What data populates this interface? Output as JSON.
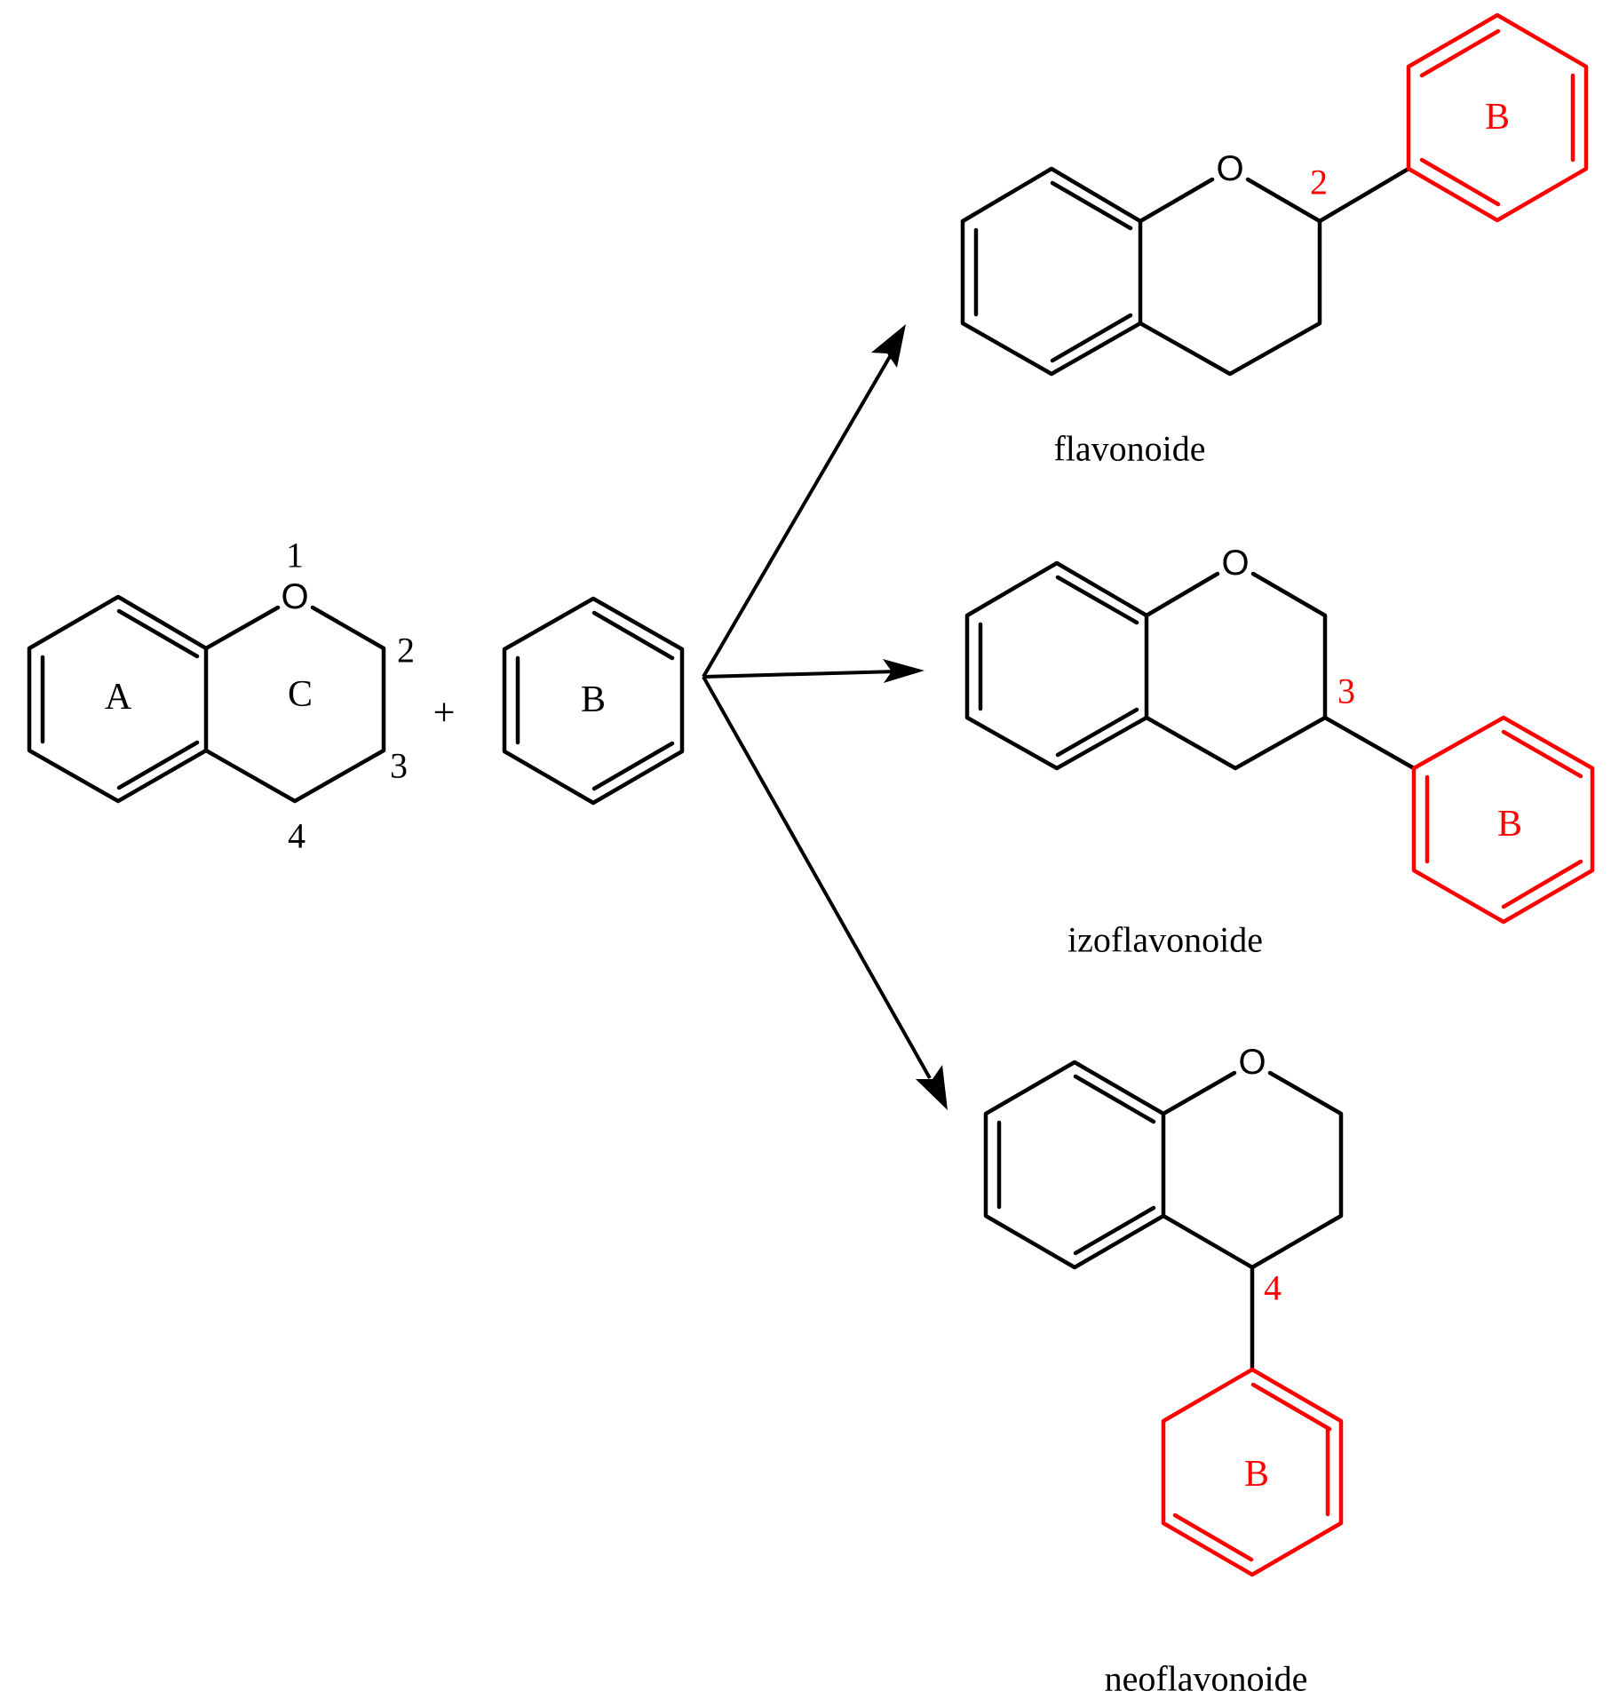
{
  "colors": {
    "bond": "#000000",
    "highlight": "#ff0000"
  },
  "reactant": {
    "oxygen": "O",
    "ring_a": "A",
    "ring_c": "C",
    "positions": [
      "1",
      "2",
      "3",
      "4"
    ]
  },
  "plus": "+",
  "ring_b": "B",
  "products": [
    {
      "name": "flavonoide",
      "oxygen": "O",
      "position": "2",
      "ring_b": "B"
    },
    {
      "name": "izoflavonoide",
      "oxygen": "O",
      "position": "3",
      "ring_b": "B"
    },
    {
      "name": "neoflavonoide",
      "oxygen": "O",
      "position": "4",
      "ring_b": "B"
    }
  ]
}
